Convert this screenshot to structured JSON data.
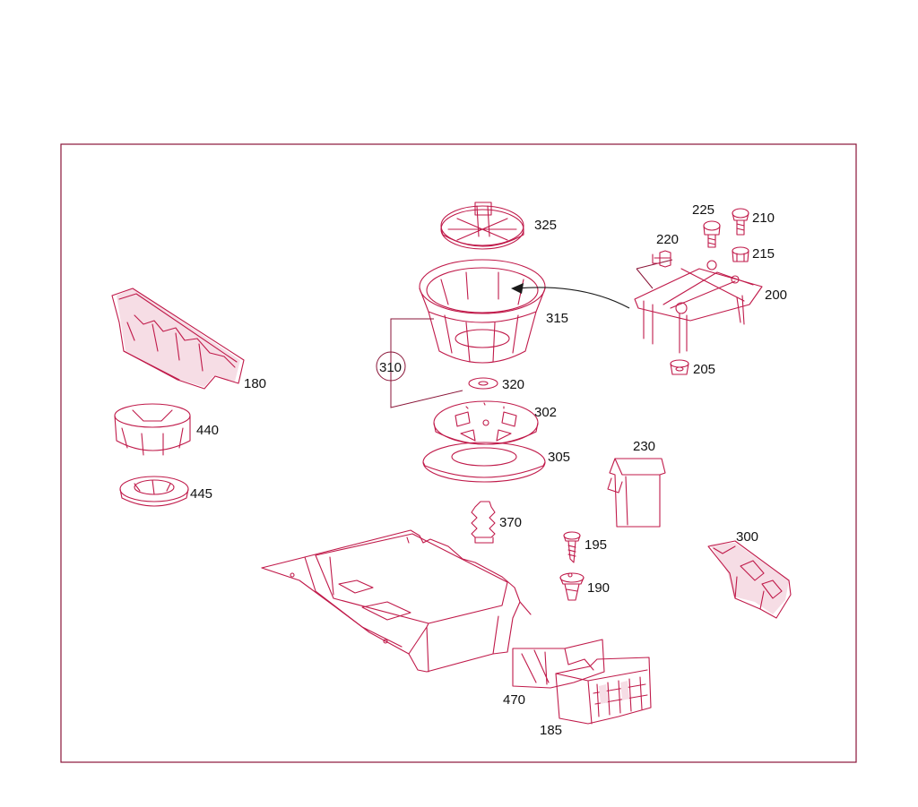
{
  "callouts": {
    "c180": "180",
    "c440": "440",
    "c445": "445",
    "c325": "325",
    "c315": "315",
    "c310": "310",
    "c320": "320",
    "c302": "302",
    "c305": "305",
    "c370": "370",
    "c225": "225",
    "c210": "210",
    "c220": "220",
    "c215": "215",
    "c200": "200",
    "c205": "205",
    "c230": "230",
    "c195": "195",
    "c190": "190",
    "c300": "300",
    "c470": "470",
    "c185": "185"
  },
  "colors": {
    "frame": "#8a1538",
    "parts": "#c01a4a",
    "hardware": "#1a1a1a",
    "text": "#111111"
  }
}
